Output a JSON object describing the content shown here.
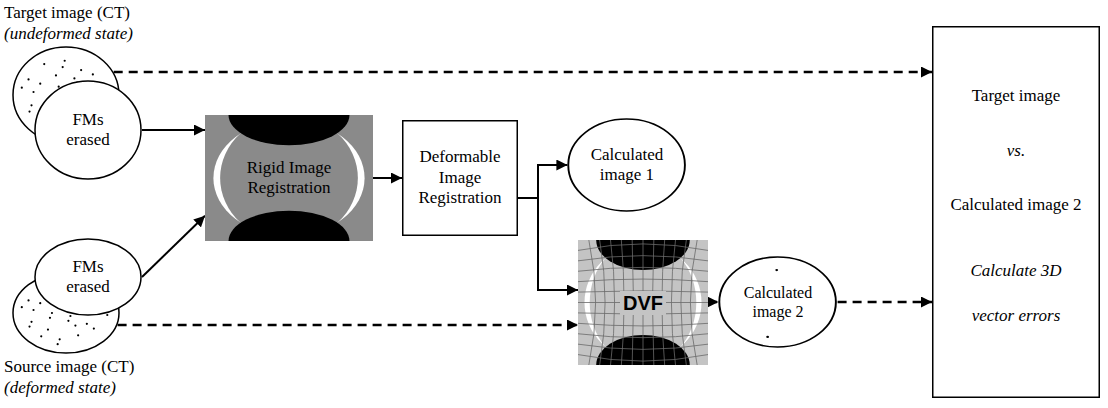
{
  "diagram": {
    "nodes": [
      {
        "text": [
          "Target image (CT)",
          "(undeformed state)"
        ]
      },
      {
        "text": [
          "FMs erased"
        ]
      },
      {
        "text": [
          "Rigid Image Registration"
        ]
      },
      {
        "text": [
          "FMs erased"
        ]
      },
      {
        "text": [
          "Source image (CT)",
          "(deformed state)"
        ]
      },
      {
        "text": [
          "Deformable Image Registration"
        ]
      },
      {
        "text": [
          "Calculated image 1"
        ]
      },
      {
        "text": [
          "DVF"
        ]
      },
      {
        "text": [
          "Calculated image 2"
        ]
      },
      {
        "text": [
          "Target image",
          "vs.",
          "Calculated image 2",
          "Calculate 3D vector errors"
        ]
      }
    ],
    "edges": [
      {
        "from": 0,
        "to": 9,
        "arrow": "to"
      },
      {
        "from": 1,
        "to": 2,
        "arrow": "to"
      },
      {
        "from": 3,
        "to": 2,
        "arrow": "to"
      },
      {
        "from": 2,
        "to": 5,
        "arrow": "to"
      },
      {
        "from": 5,
        "to": 6,
        "arrow": "to"
      },
      {
        "from": 5,
        "to": 7,
        "arrow": "to"
      },
      {
        "from": 4,
        "to": 7,
        "arrow": "to"
      },
      {
        "from": 7,
        "to": 8,
        "arrow": "to"
      },
      {
        "from": 8,
        "to": 9,
        "arrow": "to"
      }
    ]
  }
}
